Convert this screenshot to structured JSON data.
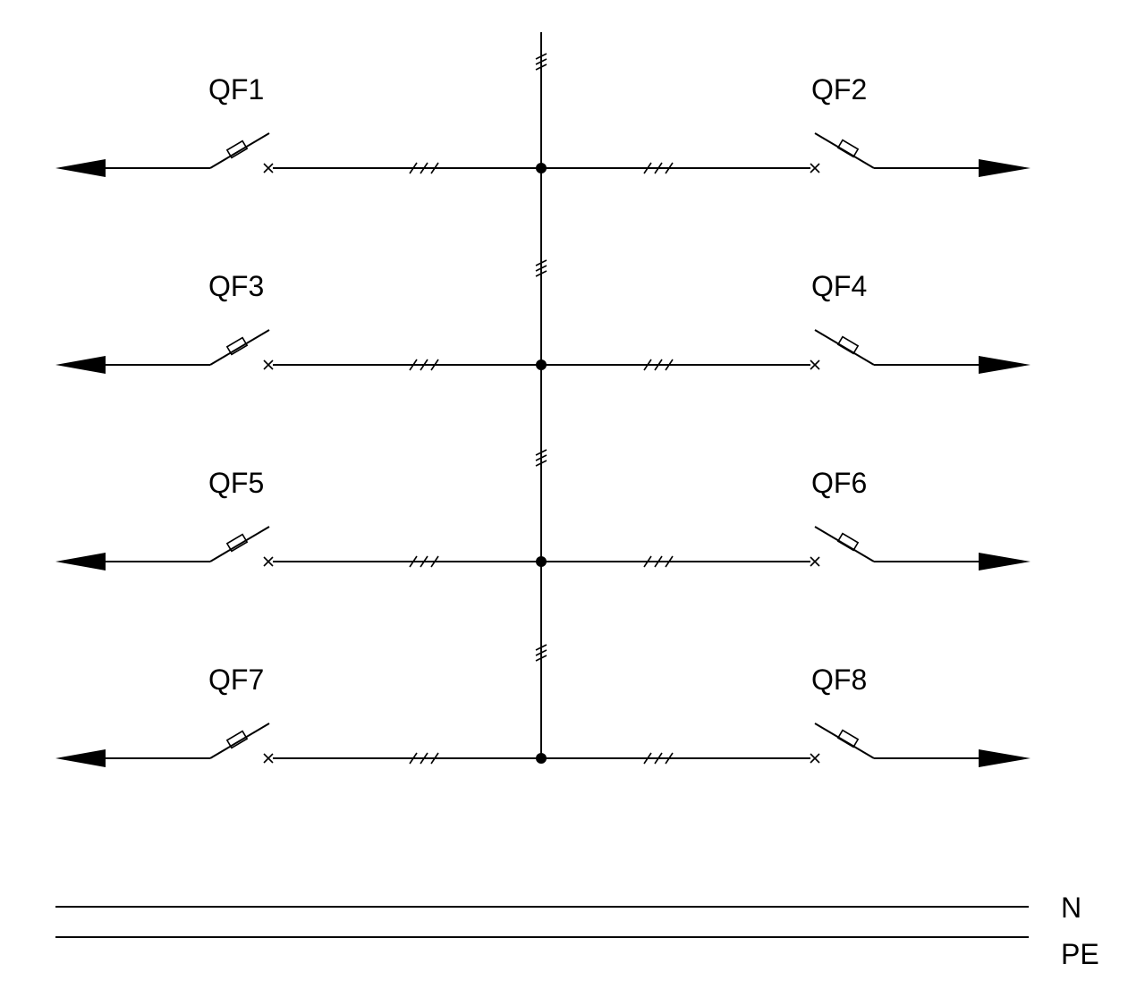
{
  "breakers": [
    {
      "left": "QF1",
      "right": "QF2"
    },
    {
      "left": "QF3",
      "right": "QF4"
    },
    {
      "left": "QF5",
      "right": "QF6"
    },
    {
      "left": "QF7",
      "right": "QF8"
    }
  ],
  "bus_labels": {
    "neutral": "N",
    "protective_earth": "PE"
  }
}
